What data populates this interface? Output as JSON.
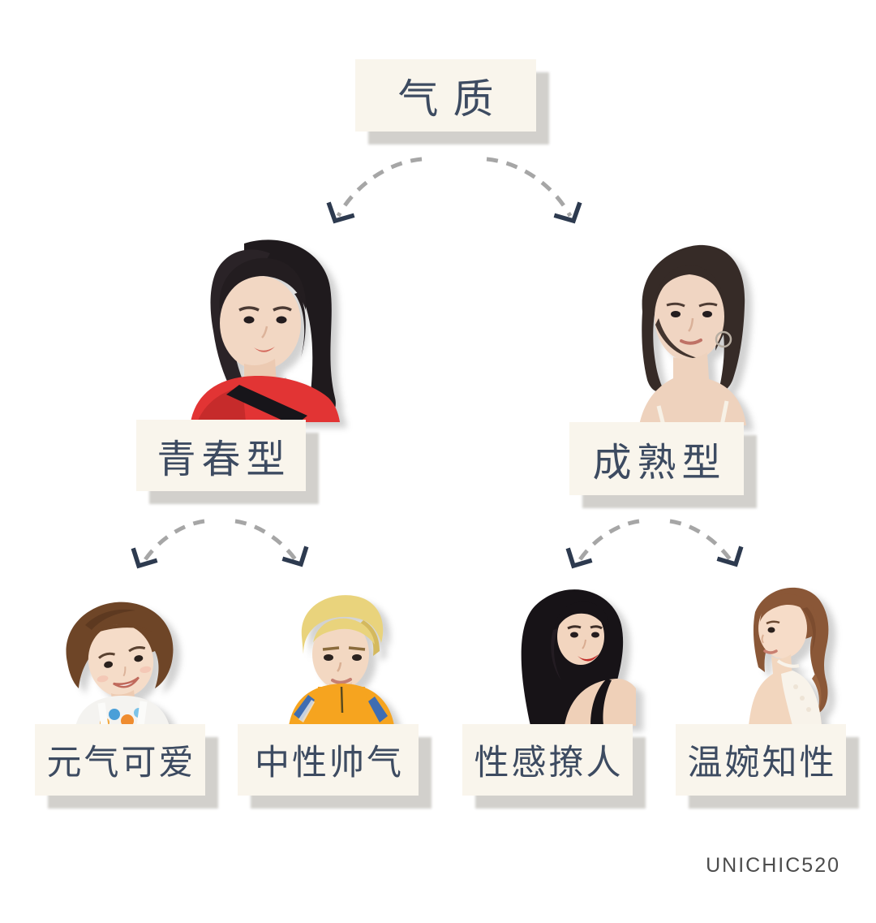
{
  "diagram": {
    "root": {
      "label": "气质"
    },
    "branches": [
      {
        "id": "youth",
        "label": "青春型",
        "photo_icon": "girl-high-ponytail-red-top-portrait"
      },
      {
        "id": "mature",
        "label": "成熟型",
        "photo_icon": "woman-dark-bob-white-cami-portrait"
      }
    ],
    "subtypes": [
      {
        "parent": "youth",
        "label": "元气可爱",
        "photo_icon": "girl-short-brown-hair-smile-floral-tank-portrait"
      },
      {
        "parent": "youth",
        "label": "中性帅气",
        "photo_icon": "blonde-short-hair-orange-track-jacket-portrait"
      },
      {
        "parent": "mature",
        "label": "性感撩人",
        "photo_icon": "woman-long-black-wavy-hair-red-lips-portrait"
      },
      {
        "parent": "mature",
        "label": "温婉知性",
        "photo_icon": "woman-low-ponytail-white-lace-top-portrait"
      }
    ],
    "watermark": "UNICHIC520"
  },
  "palette": {
    "background": "#ffffff",
    "label_box_bg": "#f9f5ec",
    "label_box_shadow": "#d2d0cc",
    "label_text": "#3d4b61",
    "arrow_dash": "#a6a6a6",
    "arrow_head": "#2d3a4f",
    "watermark_text": "#4c4c4c"
  }
}
